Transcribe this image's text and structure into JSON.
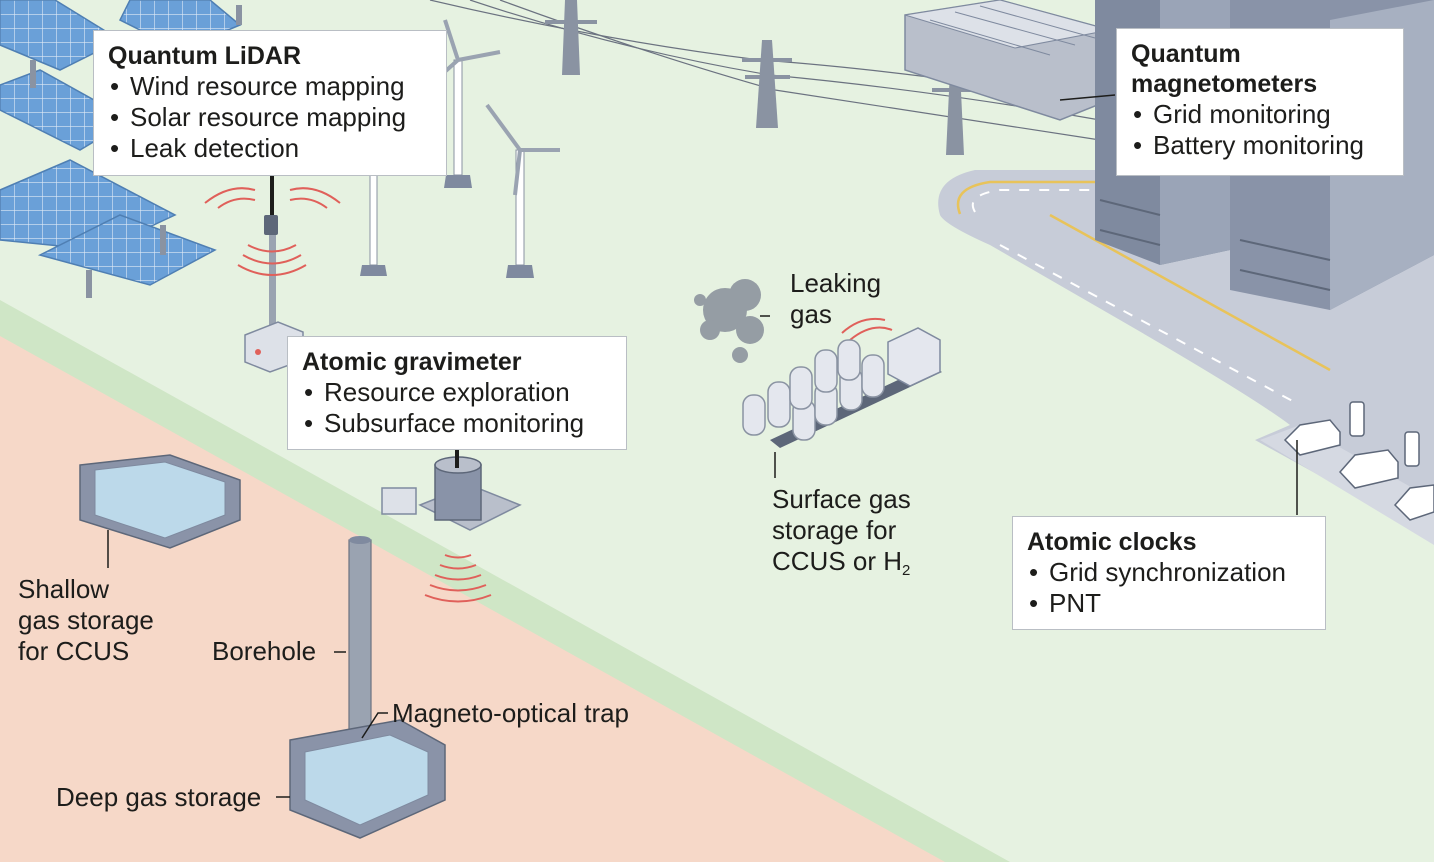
{
  "boxes": {
    "lidar": {
      "title": "Quantum LiDAR",
      "items": [
        "Wind resource mapping",
        "Solar resource mapping",
        "Leak detection"
      ]
    },
    "magnetometers": {
      "title_line1": "Quantum",
      "title_line2": "magnetometers",
      "items": [
        "Grid monitoring",
        "Battery monitoring"
      ]
    },
    "gravimeter": {
      "title": "Atomic gravimeter",
      "items": [
        "Resource exploration",
        "Subsurface monitoring"
      ]
    },
    "clocks": {
      "title": "Atomic clocks",
      "items": [
        "Grid synchronization",
        "PNT"
      ]
    }
  },
  "labels": {
    "leaking_gas": [
      "Leaking",
      "gas"
    ],
    "surface_storage": [
      "Surface gas",
      "storage for",
      "CCUS or H"
    ],
    "surface_storage_sub": "2",
    "shallow_storage": [
      "Shallow",
      "gas storage",
      "for CCUS"
    ],
    "borehole": "Borehole",
    "mot": "Magneto-optical trap",
    "deep_storage": "Deep gas storage"
  },
  "colors": {
    "ground": "#e6f2e1",
    "grass_strip": "#cfe6c6",
    "underground": "#f6d8c8",
    "road": "#c7ccd8",
    "building": "#7f8a9f",
    "solar_panel": "#6aa0d8",
    "water": "#bcd9ea",
    "signal": "#e0605a"
  },
  "icons": [
    "solar-panel-icon",
    "wind-turbine-icon",
    "power-pylon-icon",
    "battery-container-icon",
    "skyscraper-icon",
    "gas-tank-icon",
    "gas-cloud-icon",
    "ev-charger-icon",
    "car-icon",
    "lidar-sensor-icon",
    "gravimeter-icon",
    "signal-waves-icon"
  ]
}
